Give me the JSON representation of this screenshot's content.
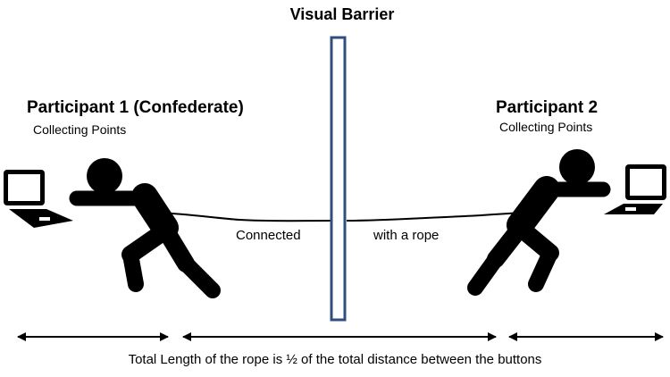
{
  "barrier": {
    "title": "Visual Barrier",
    "color": "#2f4f7f"
  },
  "participant1": {
    "title": "Participant 1 (Confederate)",
    "subtitle": "Collecting Points",
    "laptop_icon": "laptop-icon",
    "figure_icon": "stick-figure-pulling-icon"
  },
  "participant2": {
    "title": "Participant 2",
    "subtitle": "Collecting Points",
    "laptop_icon": "laptop-icon",
    "figure_icon": "stick-figure-pulling-icon"
  },
  "rope": {
    "label_left": "Connected",
    "label_right": "with a rope"
  },
  "footer": {
    "text": "Total Length of the rope is ½ of the total distance between the buttons"
  }
}
